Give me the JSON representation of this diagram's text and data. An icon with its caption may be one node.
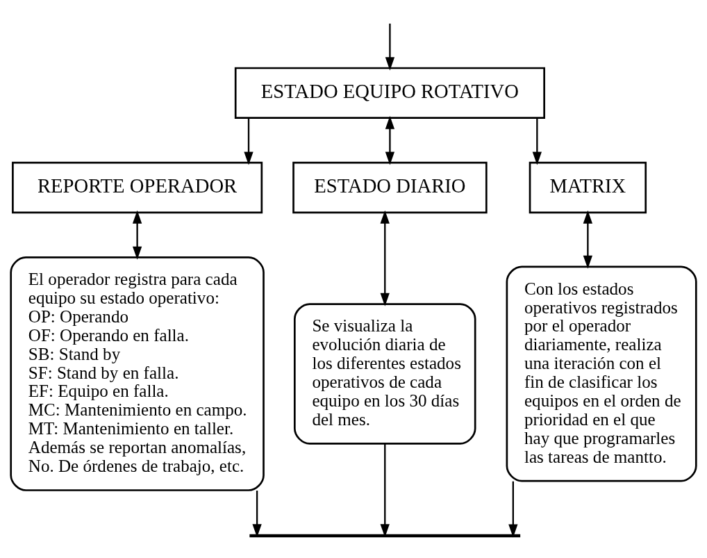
{
  "diagram": {
    "nodes": [
      {
        "text": [
          "ESTADO EQUIPO ROTATIVO"
        ]
      },
      {
        "text": [
          "REPORTE OPERADOR"
        ]
      },
      {
        "text": [
          "ESTADO DIARIO"
        ]
      },
      {
        "text": [
          "MATRIX"
        ]
      },
      {
        "text": [
          "El operador registra para cada equipo su estado operativo:",
          "OP: Operando",
          "OF: Operando en falla.",
          "SB: Stand by",
          "SF: Stand by en falla.",
          "EF: Equipo en falla.",
          "MC: Mantenimiento en campo.",
          "MT: Mantenimiento en taller.",
          "Además se reportan anomalías, No. De órdenes de trabajo, etc."
        ]
      },
      {
        "text": [
          "Se visualiza la evolución diaria de los diferentes estados operativos de cada equipo en los 30 días del mes."
        ]
      },
      {
        "text": [
          "Con los estados operativos registrados por el operador diariamente, realiza una iteración con el fin de clasificar los equipos en el orden de prioridad en el que hay que programarles las tareas de mantto."
        ]
      }
    ],
    "edges": [
      {
        "from": 0,
        "to": 1,
        "arrow": "to"
      },
      {
        "from": 0,
        "to": 2,
        "arrow": "both"
      },
      {
        "from": 0,
        "to": 3,
        "arrow": "to"
      },
      {
        "from": 1,
        "to": 4,
        "arrow": "both"
      },
      {
        "from": 2,
        "to": 5,
        "arrow": "both"
      },
      {
        "from": 3,
        "to": 6,
        "arrow": "both"
      },
      {
        "from": 4,
        "to": null,
        "arrow": "to"
      },
      {
        "from": 5,
        "to": null,
        "arrow": "to"
      },
      {
        "from": 6,
        "to": null,
        "arrow": "to"
      },
      {
        "from": null,
        "to": 0,
        "arrow": "to"
      }
    ]
  }
}
